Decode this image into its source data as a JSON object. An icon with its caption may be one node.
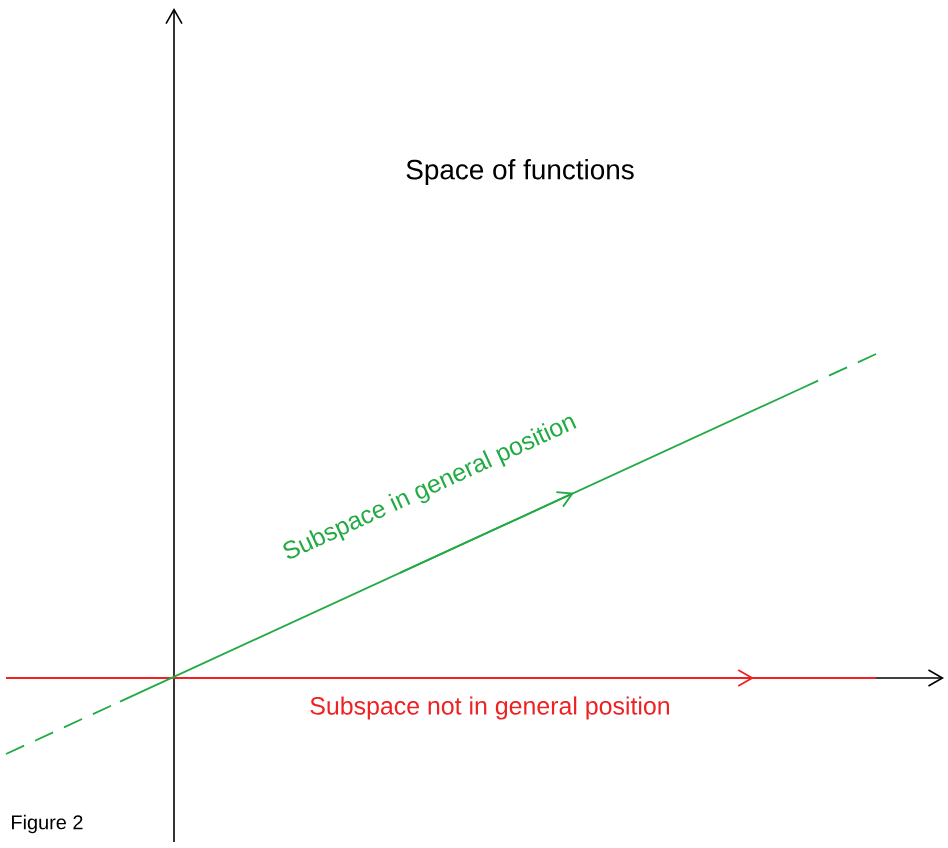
{
  "diagram": {
    "caption": "Figure 2",
    "labels": [
      "Space of functions",
      "Subspace in general position",
      "Subspace not in general position"
    ]
  }
}
